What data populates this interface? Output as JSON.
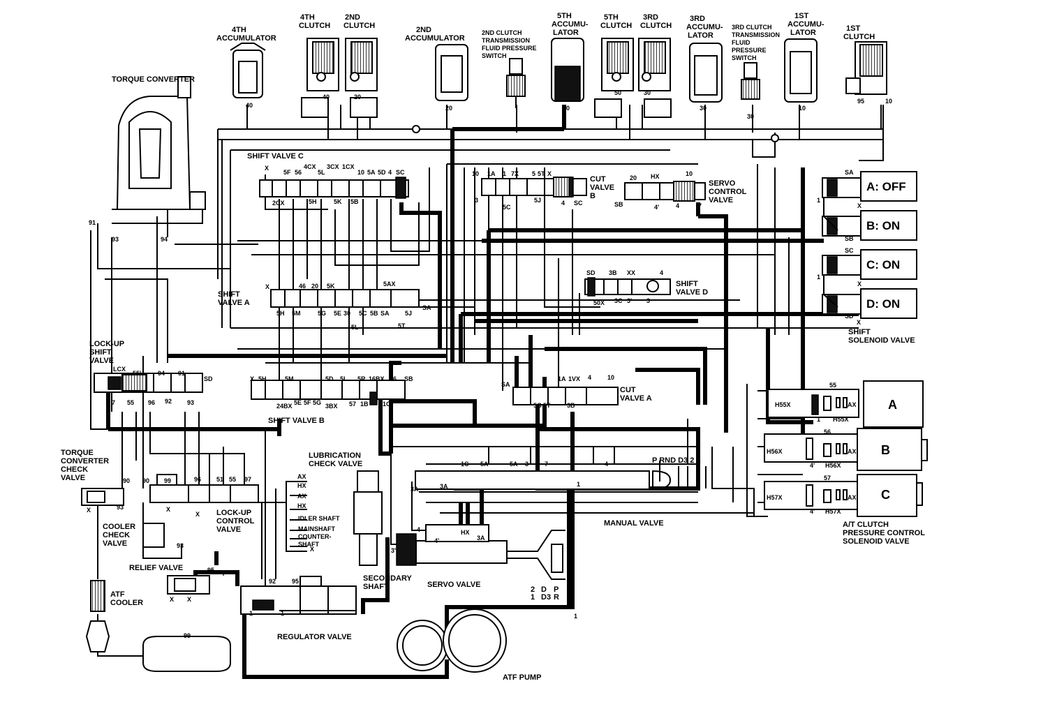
{
  "components": {
    "torque_converter": "TORQUE CONVERTER",
    "acc_4th": [
      "4TH",
      "ACCUMULATOR"
    ],
    "clutch_4th": [
      "4TH",
      "CLUTCH"
    ],
    "clutch_2nd": [
      "2ND",
      "CLUTCH"
    ],
    "acc_2nd": [
      "2ND",
      "ACCUMULATOR"
    ],
    "switch_2nd": [
      "2ND CLUTCH",
      "TRANSMISSION",
      "FLUID PRESSURE",
      "SWITCH"
    ],
    "acc_5th": [
      "5TH",
      "ACCUMU-",
      "LATOR"
    ],
    "clutch_5th": [
      "5TH",
      "CLUTCH"
    ],
    "clutch_3rd": [
      "3RD",
      "CLUTCH"
    ],
    "acc_3rd": [
      "3RD",
      "ACCUMU-",
      "LATOR"
    ],
    "switch_3rd": [
      "3RD CLUTCH",
      "TRANSMISSION",
      "FLUID",
      "PRESSURE",
      "SWITCH"
    ],
    "acc_1st": [
      "1ST",
      "ACCUMU-",
      "LATOR"
    ],
    "clutch_1st": [
      "1ST",
      "CLUTCH"
    ],
    "shift_valve_c": "SHIFT VALVE C",
    "shift_valve_a": [
      "SHIFT",
      "VALVE A"
    ],
    "shift_valve_b": "SHIFT VALVE B",
    "shift_valve_d": [
      "SHIFT",
      "VALVE D"
    ],
    "cut_valve_b": [
      "CUT",
      "VALVE",
      "B"
    ],
    "cut_valve_a": [
      "CUT",
      "VALVE A"
    ],
    "servo_control_valve": [
      "SERVO",
      "CONTROL",
      "VALVE"
    ],
    "lockup_shift_valve": [
      "LOCK-UP",
      "SHIFT",
      "VALVE"
    ],
    "tc_check_valve": [
      "TORQUE",
      "CONVERTER",
      "CHECK",
      "VALVE"
    ],
    "cooler_check_valve": [
      "COOLER",
      "CHECK",
      "VALVE"
    ],
    "lockup_control_valve": [
      "LOCK-UP",
      "CONTROL",
      "VALVE"
    ],
    "lubrication_check_valve": [
      "LUBRICATION",
      "CHECK VALVE"
    ],
    "relief_valve": "RELIEF VALVE",
    "atf_cooler": [
      "ATF",
      "COOLER"
    ],
    "regulator_valve": "REGULATOR VALVE",
    "secondary_shaft": [
      "SECONDARY",
      "SHAFT"
    ],
    "servo_valve": "SERVO VALVE",
    "manual_valve": "MANUAL VALVE",
    "atf_pump": "ATF PUMP",
    "shift_solenoid_valve": [
      "SHIFT",
      "SOLENOID VALVE"
    ],
    "at_clutch_pcsv": [
      "A/T CLUTCH",
      "PRESSURE CONTROL",
      "SOLENOID VALVE"
    ]
  },
  "solenoids": [
    {
      "label": "A: OFF"
    },
    {
      "label": "B: ON"
    },
    {
      "label": "C: ON"
    },
    {
      "label": "D: ON"
    }
  ],
  "pressure_solenoids": [
    "A",
    "B",
    "C"
  ],
  "shaft_labels": [
    "IDLER SHAFT",
    "MAINSHAFT",
    "COUNTER-",
    "SHAFT"
  ],
  "manual_positions": "P RND D3 2 1",
  "servo_positions": [
    "2",
    "1",
    "D",
    "D3",
    "P",
    "R"
  ],
  "ports": {
    "acc_nums": [
      "40",
      "40",
      "20",
      "20",
      "50",
      "50",
      "30",
      "30",
      "30",
      "10",
      "95",
      "10"
    ],
    "svc": [
      "X",
      "5F",
      "56",
      "4CX",
      "5L",
      "3CX",
      "1CX",
      "10",
      "5A",
      "5D",
      "4",
      "SC",
      "2CX",
      "5H",
      "5K",
      "5B"
    ],
    "sva": [
      "X",
      "46",
      "20",
      "5K",
      "5AX",
      "5H",
      "5M",
      "5G",
      "5E",
      "30",
      "5C",
      "5B",
      "SA",
      "5L",
      "5T",
      "5J",
      "SA"
    ],
    "svb": [
      "X",
      "5H",
      "5M",
      "5D",
      "5L",
      "5R",
      "16BX",
      "56",
      "SB",
      "24BX",
      "5E",
      "5F",
      "5G",
      "3BX",
      "57",
      "1B",
      "1C"
    ],
    "lockup": [
      "LCX",
      "55'",
      "94",
      "91",
      "SD",
      "7",
      "55",
      "96",
      "92",
      "93"
    ],
    "cutb": [
      "10",
      "1A",
      "1",
      "7X",
      "5",
      "5T",
      "X",
      "3",
      "5C",
      "5J",
      "4",
      "SC"
    ],
    "servoctl": [
      "20",
      "HX",
      "10",
      "SB",
      "4'",
      "4",
      "7"
    ],
    "svd": [
      "SD",
      "3B",
      "XX",
      "4",
      "50X",
      "3C",
      "3'",
      "3"
    ],
    "cuta": [
      "SA",
      "1A",
      "1VX",
      "4",
      "10",
      "5G",
      "5T",
      "3B"
    ],
    "sol_ports": [
      "SA",
      "1",
      "X",
      "SB",
      "SC",
      "1",
      "X",
      "SD",
      "X"
    ],
    "pcs": [
      "55",
      "H55X",
      "AX",
      "H55X",
      "1",
      "56",
      "H56X",
      "AX",
      "4'",
      "H56X",
      "57",
      "H57X",
      "AX",
      "4'",
      "H57X"
    ],
    "misc": [
      "91",
      "93",
      "94",
      "90",
      "90",
      "99",
      "96",
      "51",
      "55",
      "97",
      "93",
      "X",
      "X",
      "X",
      "93",
      "95",
      "7",
      "92",
      "95",
      "X",
      "X",
      "99",
      "1",
      "1",
      "AX",
      "HX",
      "AX",
      "HX",
      "X",
      "1C",
      "5A",
      "5A",
      "3",
      "7",
      "4",
      "1",
      "3A",
      "3A",
      "3A",
      "HX",
      "4'",
      "4",
      "3'",
      "1"
    ]
  }
}
